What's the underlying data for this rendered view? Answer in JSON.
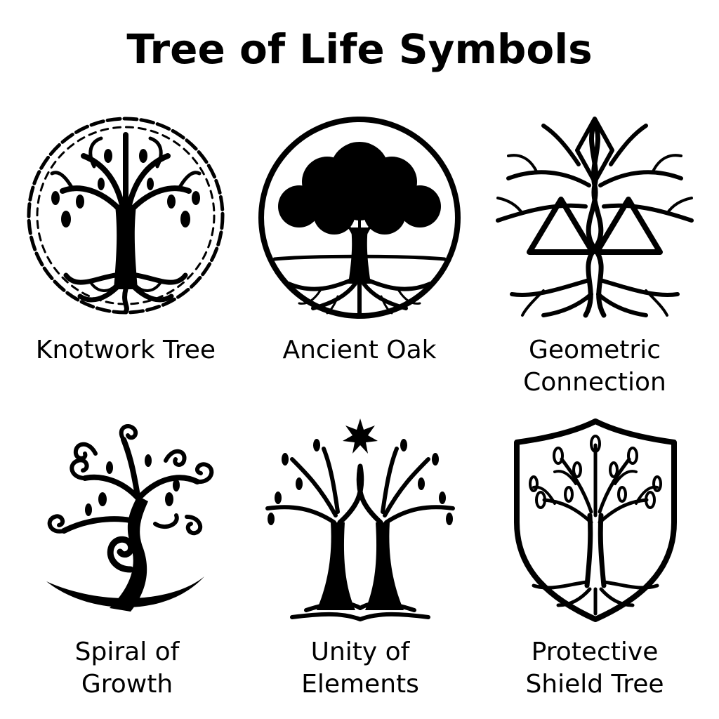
{
  "title": "Tree of Life Symbols",
  "ink_color": "#000000",
  "background_color": "#ffffff",
  "symbols": [
    {
      "name": "knotwork-tree",
      "caption": [
        "Knotwork Tree"
      ]
    },
    {
      "name": "ancient-oak",
      "caption": [
        "Ancient Oak"
      ]
    },
    {
      "name": "geometric-connection",
      "caption": [
        "Geometric",
        "Connection"
      ]
    },
    {
      "name": "spiral-of-growth",
      "caption": [
        "Spiral of",
        "Growth"
      ]
    },
    {
      "name": "unity-of-elements",
      "caption": [
        "Unity of",
        "Elements"
      ]
    },
    {
      "name": "protective-shield-tree",
      "caption": [
        "Protective",
        "Shield Tree"
      ]
    }
  ]
}
